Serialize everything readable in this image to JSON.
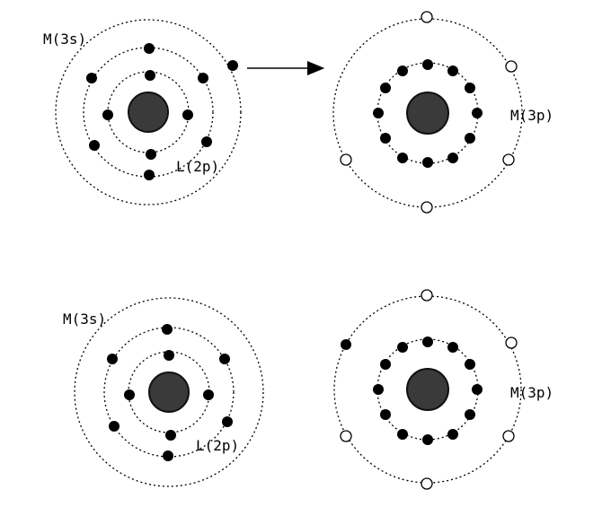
{
  "colors": {
    "nucleus": "#3a3a3a",
    "nucleus_outline": "#111111",
    "electron": "#000000",
    "vacancy_fill": "#ffffff",
    "orbit": "#000000"
  },
  "labels": {
    "m3s": "M(3s)",
    "l2p": "L(2p)",
    "m3p": "M(3p)"
  },
  "arrow": {
    "icon": "right-arrow-icon"
  }
}
